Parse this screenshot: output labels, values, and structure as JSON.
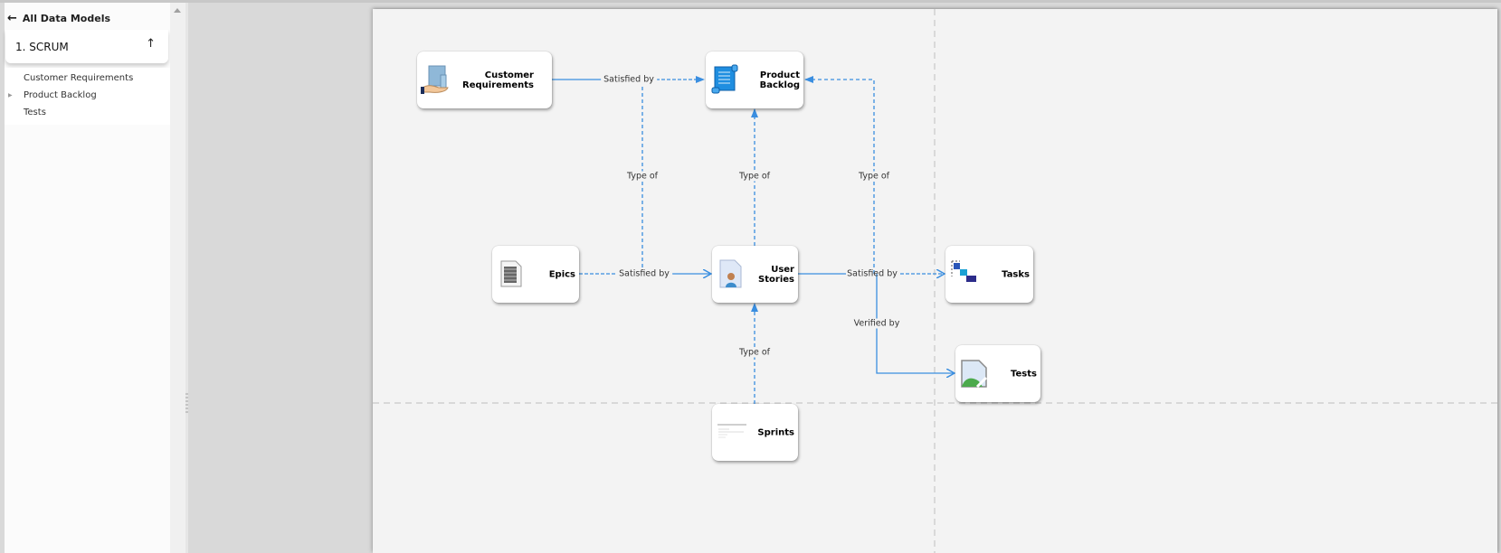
{
  "sidebar": {
    "back_label": "All Data Models",
    "model_name": "1. SCRUM",
    "sort_icon": "sort-arrow-up-icon",
    "tree": [
      {
        "label": "Customer Requirements",
        "expandable": false
      },
      {
        "label": "Product Backlog",
        "expandable": true
      },
      {
        "label": "Tests",
        "expandable": false
      }
    ]
  },
  "diagram": {
    "nodes": {
      "customer_requirements": {
        "label": "Customer Requirements",
        "icon": "hand-holding-document-icon"
      },
      "product_backlog": {
        "label": "Product Backlog",
        "icon": "scroll-icon"
      },
      "epics": {
        "label": "Epics",
        "icon": "text-document-icon"
      },
      "user_stories": {
        "label": "User Stories",
        "icon": "user-document-icon"
      },
      "tasks": {
        "label": "Tasks",
        "icon": "task-hierarchy-icon"
      },
      "tests": {
        "label": "Tests",
        "icon": "broken-image-icon"
      },
      "sprints": {
        "label": "Sprints",
        "icon": "table-thumbnail-icon"
      }
    },
    "edges": [
      {
        "from": "Customer Requirements",
        "to": "Product Backlog",
        "label": "Satisfied by"
      },
      {
        "from": "Epics",
        "to": "Product Backlog",
        "label": "Type of"
      },
      {
        "from": "User Stories",
        "to": "Product Backlog",
        "label": "Type of"
      },
      {
        "from": "Tasks",
        "to": "Product Backlog",
        "label": "Type of"
      },
      {
        "from": "Epics",
        "to": "User Stories",
        "label": "Satisfied by"
      },
      {
        "from": "User Stories",
        "to": "Tasks",
        "label": "Satisfied by"
      },
      {
        "from": "User Stories",
        "to": "Tests",
        "label": "Verified by"
      },
      {
        "from": "Sprints",
        "to": "User Stories",
        "label": "Type of"
      }
    ],
    "colors": {
      "edge": "#3a8ee0",
      "canvas": "#f3f3f3",
      "grid": "#c8c8c8"
    }
  }
}
